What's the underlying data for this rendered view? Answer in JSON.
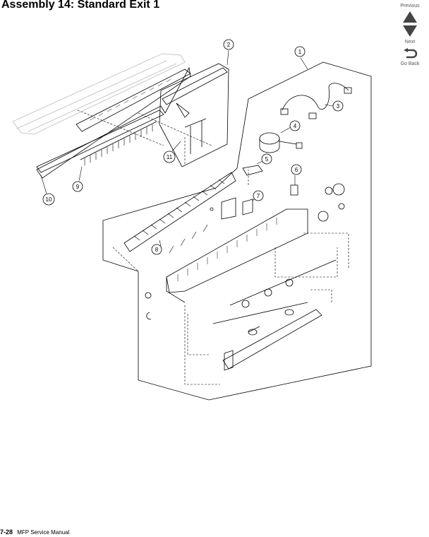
{
  "page": {
    "title": "Assembly 14:  Standard Exit 1",
    "page_number": "7-28",
    "manual_name": "MFP Service Manual"
  },
  "nav": {
    "previous_label": "Previous",
    "next_label": "Next",
    "go_back_label": "Go Back",
    "icon_color": "#444444"
  },
  "callouts": [
    "1",
    "2",
    "3",
    "4",
    "5",
    "6",
    "7",
    "8",
    "9",
    "10",
    "11"
  ]
}
